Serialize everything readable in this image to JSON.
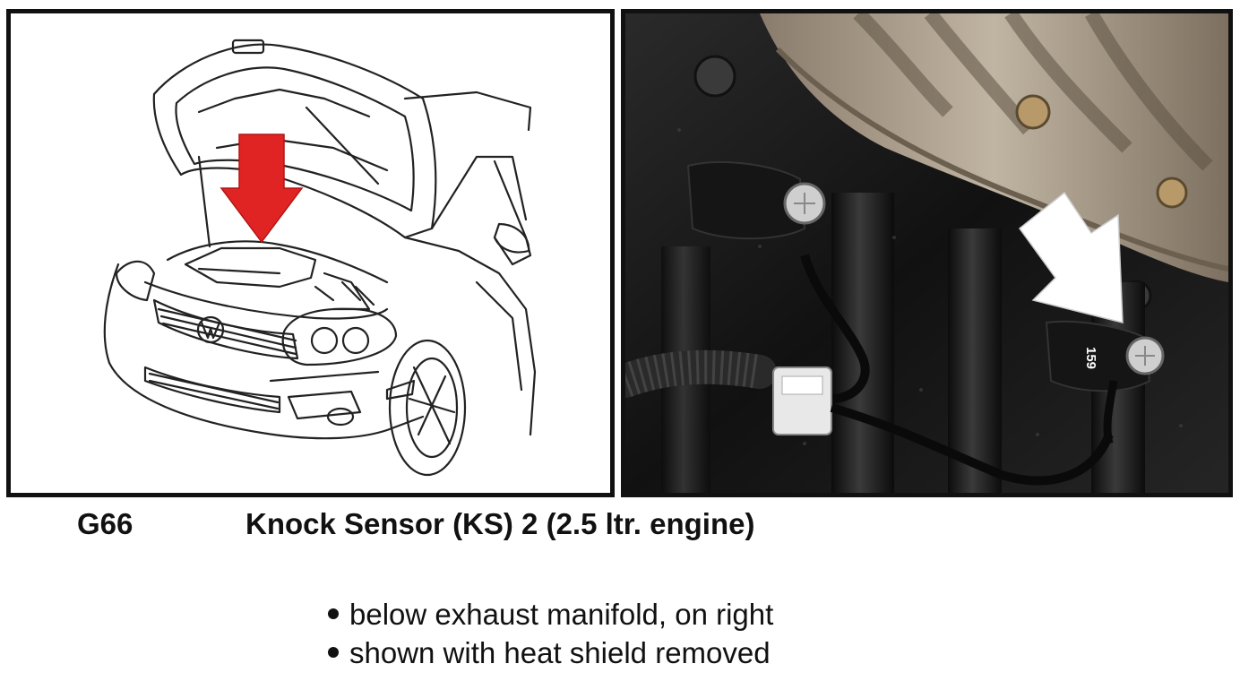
{
  "component": {
    "code": "G66",
    "title": "Knock Sensor (KS) 2 (2.5 ltr. engine)"
  },
  "notes": [
    "below exhaust manifold, on right",
    "shown with heat shield removed"
  ],
  "photo_label": "159",
  "colors": {
    "arrow_red": "#e02424",
    "arrow_white": "#ffffff",
    "engine_block": "#1c1c1c",
    "manifold": "#a89a86"
  }
}
